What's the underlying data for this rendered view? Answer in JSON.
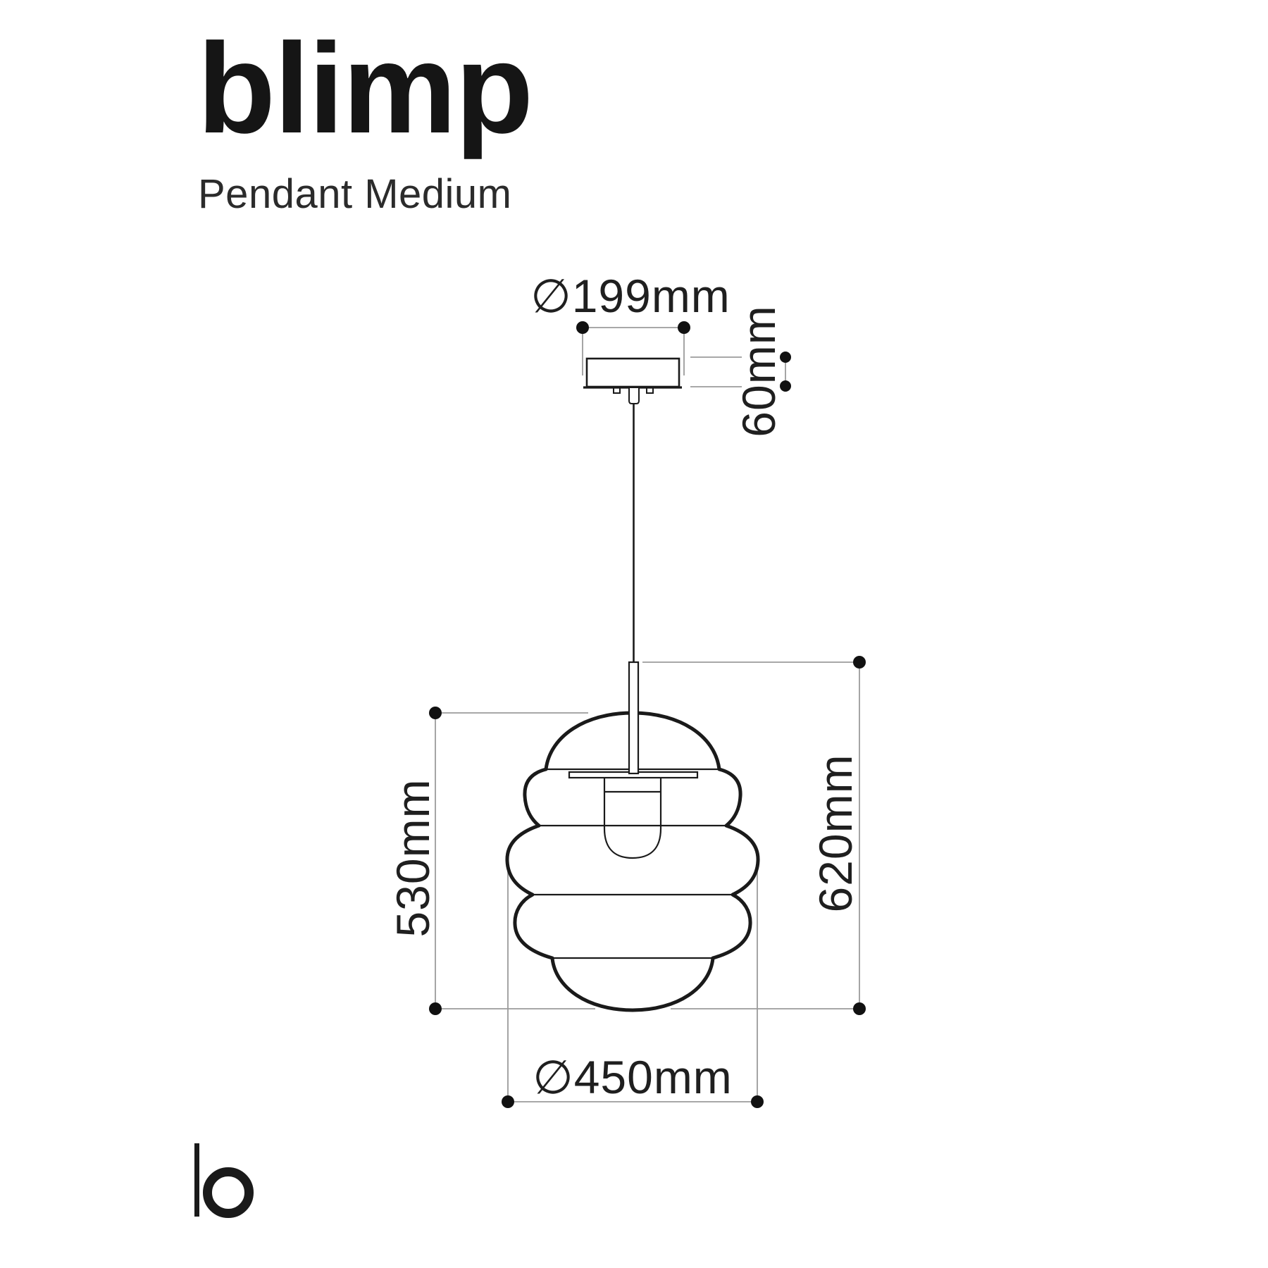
{
  "product": {
    "name": "blimp",
    "variant": "Pendant Medium"
  },
  "dimension_labels": {
    "canopy_diameter": "∅199mm",
    "canopy_height": "60mm",
    "glass_height": "530mm",
    "overall_height": "620mm",
    "glass_diameter": "∅450mm"
  },
  "icons": {
    "logo": "bomma-b-logo"
  },
  "colors": {
    "ink": "#1a1a1a",
    "dimension_line": "#9b9b9b",
    "label_text": "#1f1f1f",
    "background": "#ffffff"
  }
}
